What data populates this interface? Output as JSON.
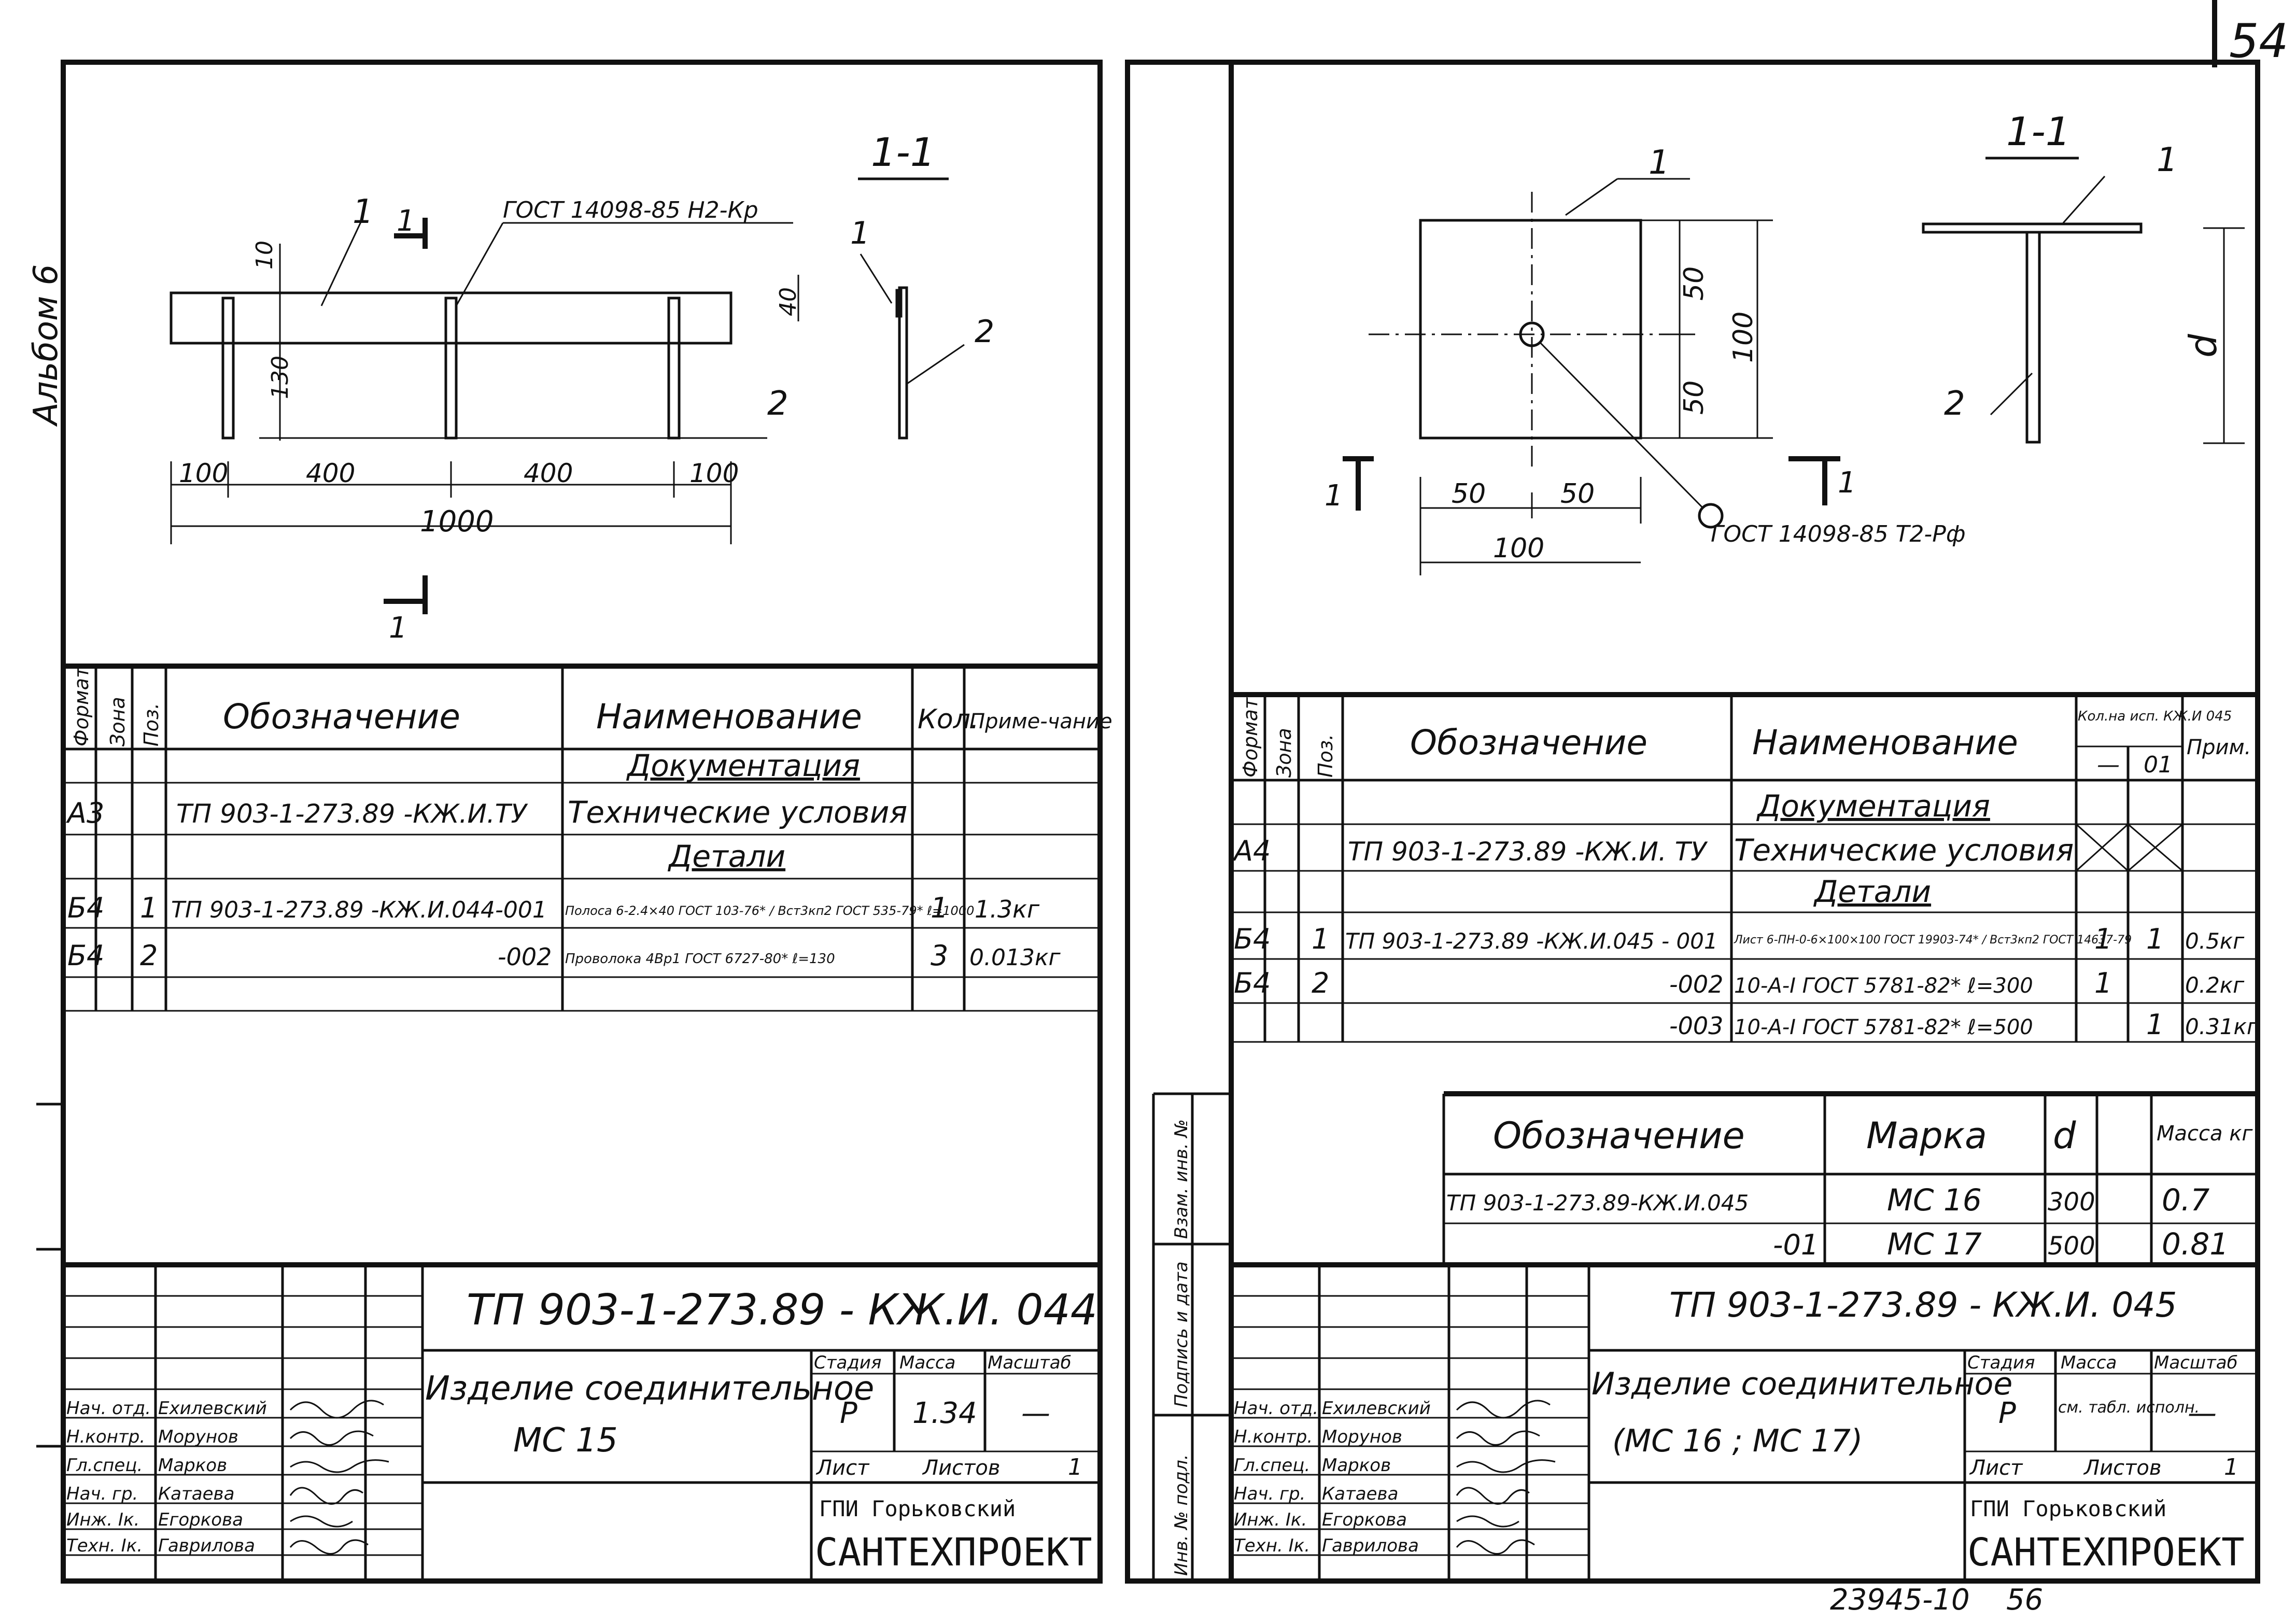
{
  "page_number_corner": "54",
  "side_stamp": "Альбом 6",
  "footer": {
    "archive_number": "23945-10",
    "page": "56"
  },
  "left_sheet": {
    "section_label": "1-1",
    "cut_mark": "1",
    "weld_note": "ГОСТ 14098-85 Н2-Кр",
    "dims": {
      "d100a": "100",
      "d400a": "400",
      "d400b": "400",
      "d100b": "100",
      "total": "1000",
      "d10": "10",
      "d130": "130",
      "d40": "40"
    },
    "positions": {
      "p1": "1",
      "p2": "2"
    },
    "spec_header": {
      "format": "Формат",
      "zone": "Зона",
      "pos": "Поз.",
      "designation": "Обозначение",
      "name": "Наименование",
      "qty": "Кол.",
      "note": "Приме-чание"
    },
    "spec_rows": [
      {
        "format": "",
        "pos": "",
        "designation": "",
        "name": "Документация",
        "qty": "",
        "note": ""
      },
      {
        "format": "А3",
        "pos": "",
        "designation": "ТП 903-1-273.89 -КЖ.И.ТУ",
        "name": "Технические условия",
        "qty": "",
        "note": ""
      },
      {
        "format": "",
        "pos": "",
        "designation": "",
        "name": "Детали",
        "qty": "",
        "note": ""
      },
      {
        "format": "Б4",
        "pos": "1",
        "designation": "ТП 903-1-273.89 -КЖ.И.044-001",
        "name": "Полоса 6-2.4×40 ГОСТ 103-76* / Вст3кп2 ГОСТ 535-79* ℓ=1000",
        "qty": "1",
        "note": "1.3кг"
      },
      {
        "format": "Б4",
        "pos": "2",
        "designation": "-002",
        "name": "Проволока 4Вр1 ГОСТ 6727-80* ℓ=130",
        "qty": "3",
        "note": "0.013кг"
      }
    ],
    "title_block": {
      "code": "ТП 903-1-273.89 - КЖ.И. 044",
      "title_line1": "Изделие соединительное",
      "title_line2": "МС 15",
      "stage_label": "Стадия",
      "mass_label": "Масса",
      "scale_label": "Масштаб",
      "stage": "Р",
      "mass": "1.34",
      "scale": "—",
      "sheet_label": "Лист",
      "sheets_label": "Листов",
      "sheets": "1",
      "org_line1": "ГПИ Горьковский",
      "org_line2": "САНТЕХПРОЕКТ",
      "signatures": [
        {
          "role": "Нач. отд.",
          "name": "Ехилевский"
        },
        {
          "role": "Н.контр.",
          "name": "Морунов"
        },
        {
          "role": "Гл.спец.",
          "name": "Марков"
        },
        {
          "role": "Нач. гр.",
          "name": "Катаева"
        },
        {
          "role": "Инж. Iк.",
          "name": "Егоркова"
        },
        {
          "role": "Техн. Iк.",
          "name": "Гаврилова"
        }
      ]
    }
  },
  "right_sheet": {
    "section_label": "1-1",
    "cut_mark": "1",
    "weld_note": "ГОСТ 14098-85 Т2-Рф",
    "dims": {
      "d50h1": "50",
      "d50h2": "50",
      "d100h": "100",
      "d50v1": "50",
      "d50v2": "50",
      "d100v": "100",
      "d": "d"
    },
    "positions": {
      "p1a": "1",
      "p1b": "1",
      "p2": "2"
    },
    "spec_header": {
      "format": "Формат",
      "zone": "Зона",
      "pos": "Поз.",
      "designation": "Обозначение",
      "name": "Наименование",
      "qty_group": "Кол.на исп. КЖ.И 045",
      "qty_a": "—",
      "qty_b": "01",
      "note": "Прим."
    },
    "spec_rows": [
      {
        "format": "",
        "pos": "",
        "designation": "",
        "name": "Документация",
        "qa": "",
        "qb": "",
        "note": ""
      },
      {
        "format": "А4",
        "pos": "",
        "designation": "ТП 903-1-273.89 -КЖ.И. ТУ",
        "name": "Технические условия",
        "qa": "",
        "qb": "",
        "note": ""
      },
      {
        "format": "",
        "pos": "",
        "designation": "",
        "name": "Детали",
        "qa": "",
        "qb": "",
        "note": ""
      },
      {
        "format": "Б4",
        "pos": "1",
        "designation": "ТП 903-1-273.89 -КЖ.И.045 - 001",
        "name": "Лист 6-ПН-0-6×100×100 ГОСТ 19903-74* / Вст3кп2 ГОСТ 14637-79",
        "qa": "1",
        "qb": "1",
        "note": "0.5кг"
      },
      {
        "format": "Б4",
        "pos": "2",
        "designation": "-002",
        "name": "10-А-I ГОСТ 5781-82* ℓ=300",
        "qa": "1",
        "qb": "",
        "note": "0.2кг"
      },
      {
        "format": "",
        "pos": "",
        "designation": "-003",
        "name": "10-А-I ГОСТ 5781-82* ℓ=500",
        "qa": "",
        "qb": "1",
        "note": "0.31кг"
      }
    ],
    "variants_header": {
      "designation": "Обозначение",
      "mark": "Марка",
      "d": "d",
      "mass": "Масса кг"
    },
    "variants": [
      {
        "designation": "ТП 903-1-273.89-КЖ.И.045",
        "mark": "МС 16",
        "d": "300",
        "mass": "0.7"
      },
      {
        "designation": "-01",
        "mark": "МС 17",
        "d": "500",
        "mass": "0.81"
      }
    ],
    "side_labels": {
      "a": "Взам. инв. №",
      "b": "Подпись и дата",
      "c": "Инв. № подл."
    },
    "title_block": {
      "code": "ТП 903-1-273.89 - КЖ.И. 045",
      "title_line1": "Изделие соединительное",
      "title_line2": "(МС 16 ; МС 17)",
      "stage_label": "Стадия",
      "mass_label": "Масса",
      "scale_label": "Масштаб",
      "stage": "Р",
      "mass": "см. табл. исполн.",
      "scale": "—",
      "sheet_label": "Лист",
      "sheets_label": "Листов",
      "sheets": "1",
      "org_line1": "ГПИ Горьковский",
      "org_line2": "САНТЕХПРОЕКТ",
      "signatures": [
        {
          "role": "Нач. отд.",
          "name": "Ехилевский"
        },
        {
          "role": "Н.контр.",
          "name": "Морунов"
        },
        {
          "role": "Гл.спец.",
          "name": "Марков"
        },
        {
          "role": "Нач. гр.",
          "name": "Катаева"
        },
        {
          "role": "Инж. Iк.",
          "name": "Егоркова"
        },
        {
          "role": "Техн. Iк.",
          "name": "Гаврилова"
        }
      ]
    }
  }
}
